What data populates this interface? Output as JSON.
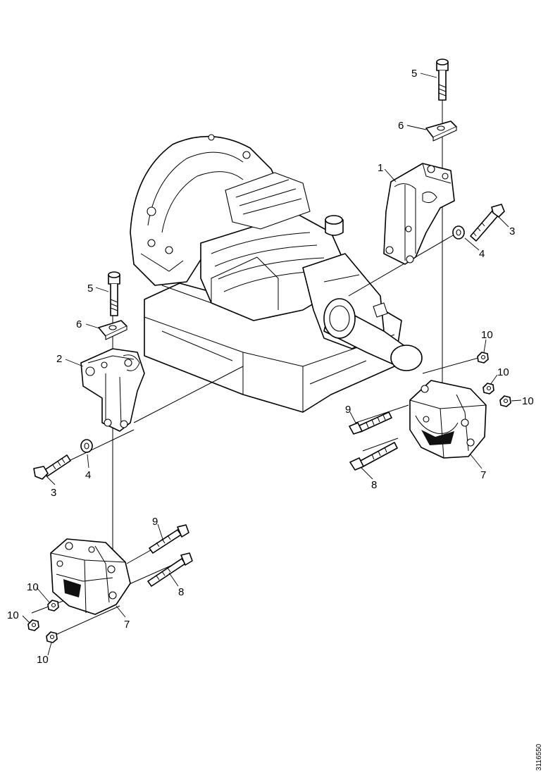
{
  "callouts": [
    {
      "id": "c1",
      "label": "1"
    },
    {
      "id": "c2",
      "label": "2"
    },
    {
      "id": "c3a",
      "label": "3"
    },
    {
      "id": "c3b",
      "label": "3"
    },
    {
      "id": "c4a",
      "label": "4"
    },
    {
      "id": "c4b",
      "label": "4"
    },
    {
      "id": "c5a",
      "label": "5"
    },
    {
      "id": "c5b",
      "label": "5"
    },
    {
      "id": "c6a",
      "label": "6"
    },
    {
      "id": "c6b",
      "label": "6"
    },
    {
      "id": "c7a",
      "label": "7"
    },
    {
      "id": "c7b",
      "label": "7"
    },
    {
      "id": "c8a",
      "label": "8"
    },
    {
      "id": "c8b",
      "label": "8"
    },
    {
      "id": "c9a",
      "label": "9"
    },
    {
      "id": "c9b",
      "label": "9"
    },
    {
      "id": "c10a",
      "label": "10"
    },
    {
      "id": "c10b",
      "label": "10"
    },
    {
      "id": "c10c",
      "label": "10"
    },
    {
      "id": "c10d",
      "label": "10"
    },
    {
      "id": "c10e",
      "label": "10"
    },
    {
      "id": "c10f",
      "label": "10"
    }
  ],
  "document_number": "3116550"
}
